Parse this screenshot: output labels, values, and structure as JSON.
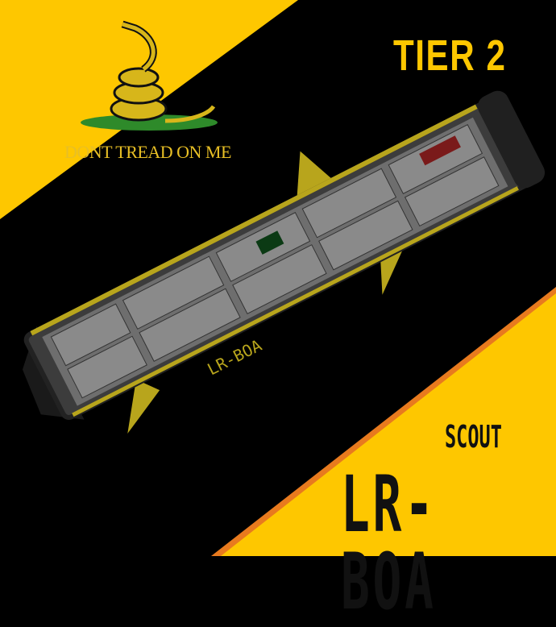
{
  "tier": "TIER 2",
  "flag": {
    "motto": "DONT TREAD ON ME"
  },
  "ship": {
    "class": "SCOUT",
    "name": "LR-BOA",
    "hull_marking": "LR-BOA"
  },
  "colors": {
    "yellow": "#fec700",
    "black": "#000000",
    "accent": "#e87a1e"
  }
}
